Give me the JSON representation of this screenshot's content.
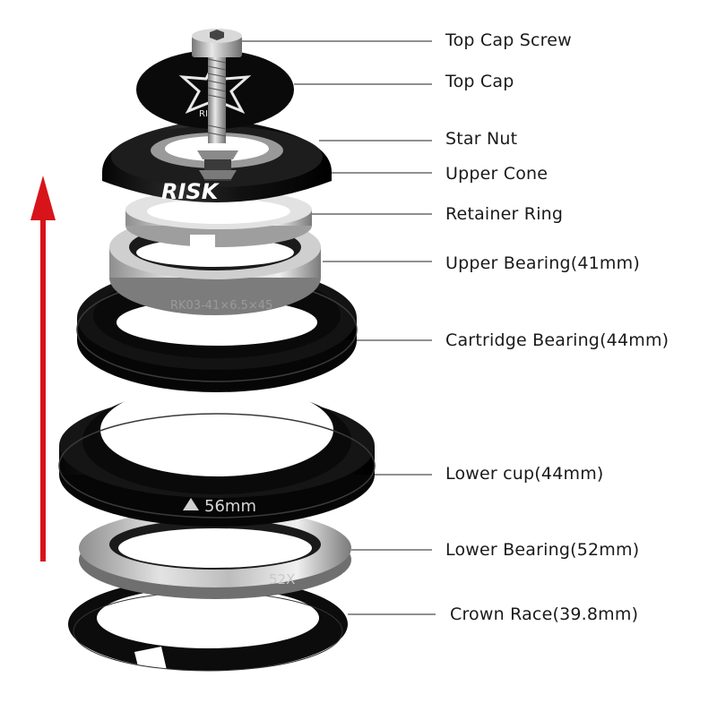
{
  "brand": "RISK",
  "top_cap_text": "RISK",
  "bearing_marking": "RK03-41×6.5×45",
  "lower_bearing_marking": "52X",
  "cup_marking": "56mm",
  "arrow_color": "#d7141a",
  "labels": [
    {
      "id": "top-cap-screw",
      "text": "Top Cap Screw"
    },
    {
      "id": "top-cap",
      "text": "Top Cap"
    },
    {
      "id": "star-nut",
      "text": "Star Nut"
    },
    {
      "id": "upper-cone",
      "text": "Upper Cone"
    },
    {
      "id": "retainer-ring",
      "text": "Retainer Ring"
    },
    {
      "id": "upper-bearing",
      "text": "Upper Bearing(41mm)"
    },
    {
      "id": "cartridge-bearing",
      "text": "Cartridge Bearing(44mm)"
    },
    {
      "id": "lower-cup",
      "text": "Lower cup(44mm)"
    },
    {
      "id": "lower-bearing",
      "text": "Lower Bearing(52mm)"
    },
    {
      "id": "crown-race",
      "text": "Crown Race(39.8mm)"
    }
  ]
}
